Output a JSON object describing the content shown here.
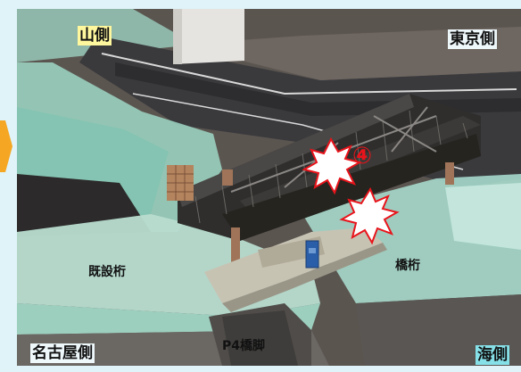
{
  "labels": {
    "mountain_side": "山側",
    "tokyo_side": "東京側",
    "existing_girder": "既設桁",
    "bridge_girder": "橋桁",
    "nagoya_side": "名古屋側",
    "pier": "P4橋脚",
    "sea_side": "海側",
    "marker": "④"
  },
  "colors": {
    "background": "#dff3f8",
    "arrow": "#f5a623",
    "highlight": "#fff79e",
    "sea_tag": "#86e0e8",
    "marker_red": "#e8141b"
  }
}
